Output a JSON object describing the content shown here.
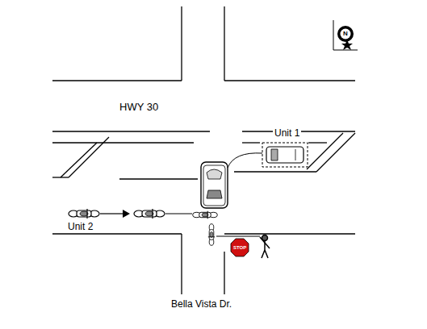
{
  "diagram": {
    "labels": [
      "HWY 30",
      "Unit 1",
      "Unit 2",
      "Bella Vista Dr.",
      "STOP",
      "N"
    ]
  }
}
